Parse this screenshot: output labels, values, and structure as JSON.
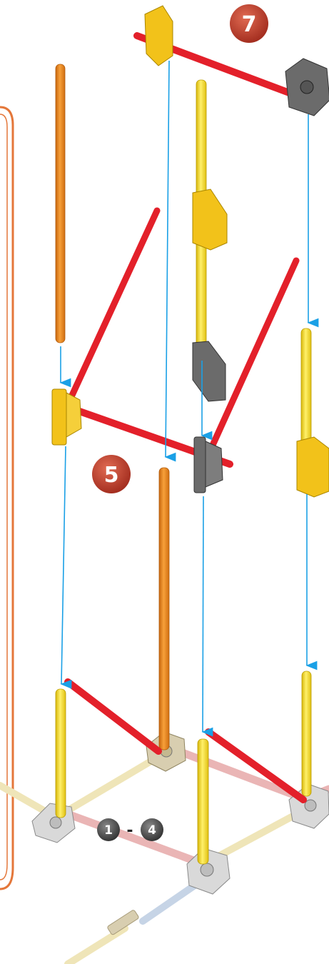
{
  "steps": {
    "step_a": "7",
    "step_b": "5",
    "range_start": "1",
    "range_sep": "-",
    "range_end": "4"
  },
  "colors": {
    "orange_rod": "#f08a1c",
    "yellow_rod": "#f5dc1e",
    "red_rod": "#e3202a",
    "pink_rod": "#eab5b5",
    "cream_rod": "#efe5b8",
    "blue_rod": "#c6d4e6",
    "yellow_connector": "#f2c21a",
    "gray_connector": "#6b6b6b",
    "white_connector": "#d9d9d9",
    "tan_connector": "#d8ceb0",
    "arrow_blue": "#1aa0e6",
    "badge_red": "#b8382a",
    "badge_gray": "#4a4a4a",
    "frame_orange": "#e4773a"
  }
}
